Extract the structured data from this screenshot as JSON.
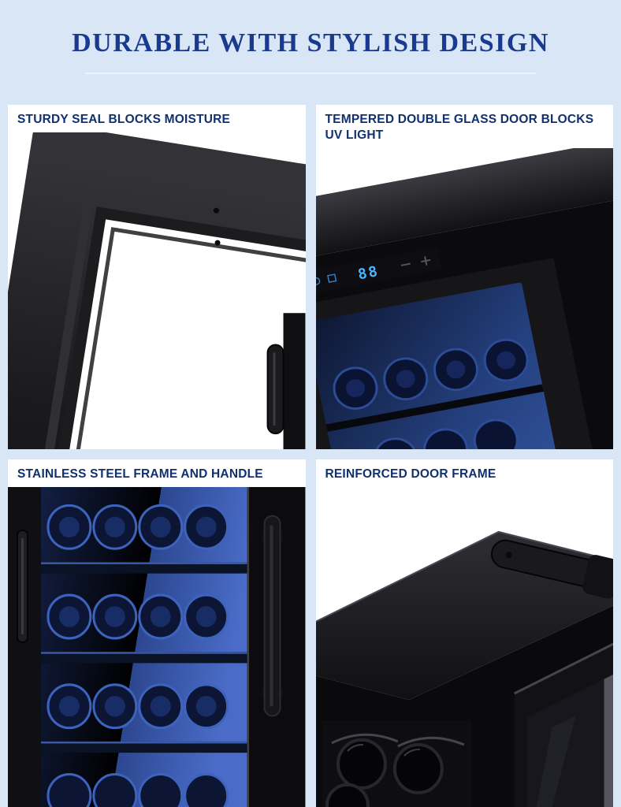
{
  "page": {
    "background": "#d9e6f6"
  },
  "header": {
    "title": "DURABLE WITH STYLISH DESIGN"
  },
  "panels": [
    {
      "label": "STURDY SEAL BLOCKS MOISTURE"
    },
    {
      "label": "TEMPERED DOUBLE GLASS DOOR BLOCKS UV LIGHT",
      "display_value": "88"
    },
    {
      "label": "STAINLESS STEEL FRAME AND HANDLE"
    },
    {
      "label": "REINFORCED DOOR FRAME"
    }
  ],
  "colors": {
    "title_blue": "#1a3a8f",
    "label_blue": "#10306e",
    "page_background": "#d9e6f6",
    "panel_background": "#ffffff",
    "cabinet_black": "#0b0b0d",
    "interior_blue": "#3c5cb4",
    "led_blue": "#49b6ff"
  }
}
